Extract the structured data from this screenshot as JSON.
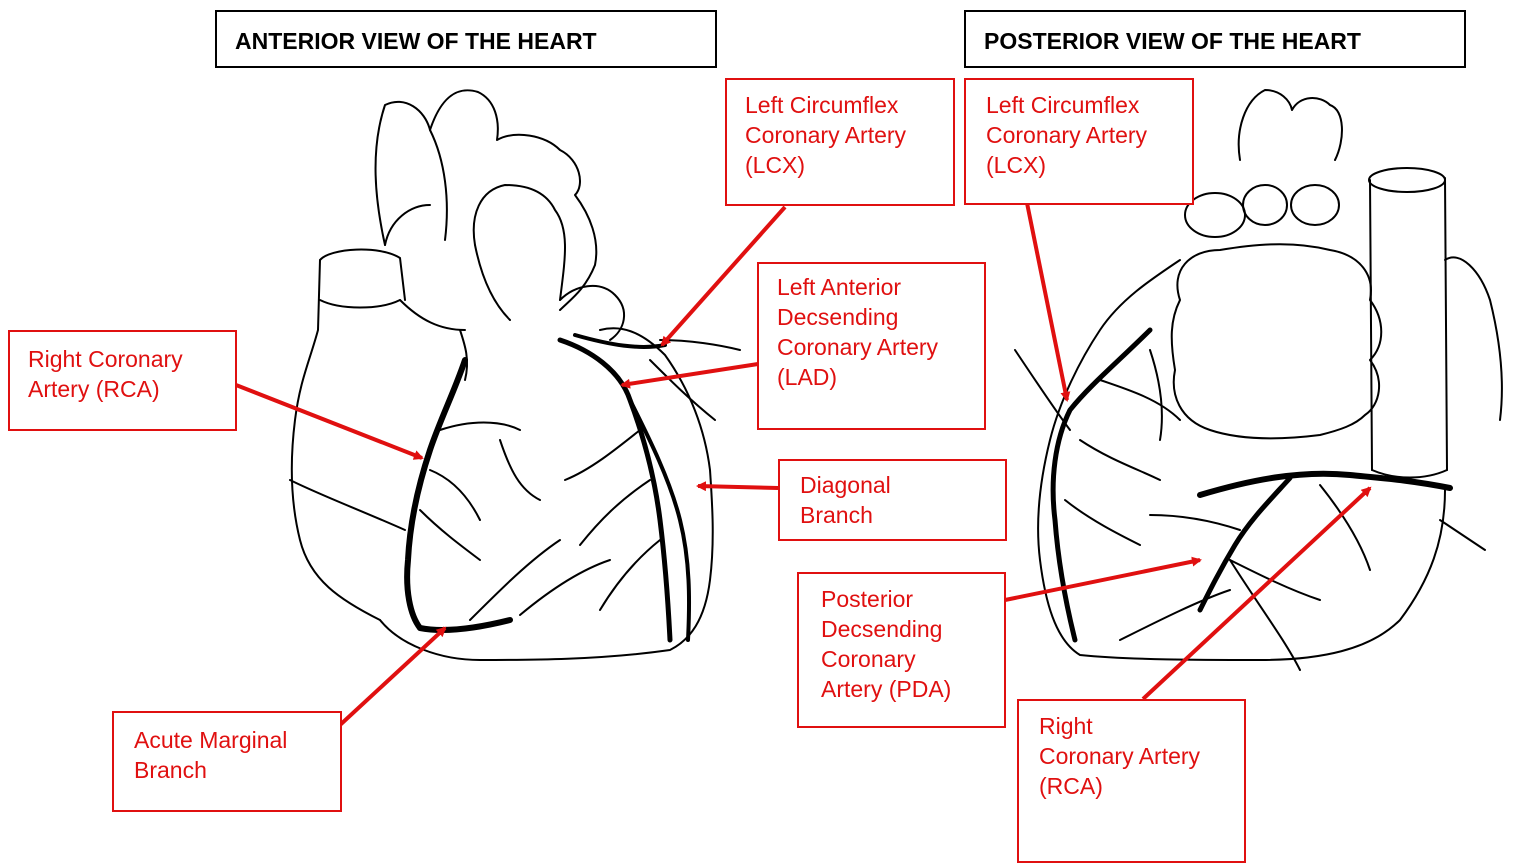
{
  "titles": {
    "anterior": "ANTERIOR VIEW OF THE HEART",
    "posterior": "POSTERIOR VIEW OF THE HEART"
  },
  "labels": {
    "rca_anterior": "Right Coronary\nArtery (RCA)",
    "acute_marginal": "Acute Marginal\nBranch",
    "lcx_anterior": "Left Circumflex\nCoronary Artery\n(LCX)",
    "lad": "Left Anterior\nDecsending\nCoronary Artery\n(LAD)",
    "diagonal": "Diagonal\nBranch",
    "lcx_posterior": "Left Circumflex\nCoronary Artery\n(LCX)",
    "pda": "Posterior\nDecsending\nCoronary\nArtery (PDA)",
    "rca_posterior": "Right\nCoronary Artery\n(RCA)"
  },
  "colors": {
    "label_red": "#e01010",
    "outline": "#000000"
  }
}
